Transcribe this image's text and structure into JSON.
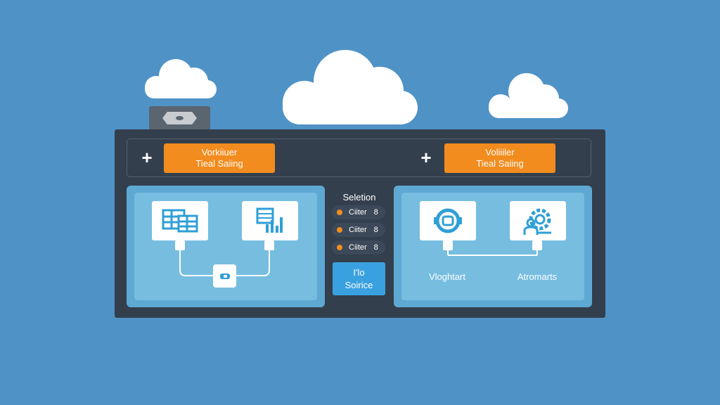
{
  "left_action": {
    "add_label": "+",
    "button_line1": "Vorkiiuer",
    "button_line2": "Tieal Saiing"
  },
  "right_action": {
    "add_label": "+",
    "button_line1": "Voliiiler",
    "button_line2": "Tieal Saiing"
  },
  "selection": {
    "title": "Seletion",
    "options": [
      {
        "label": "Ciiter",
        "value": "8"
      },
      {
        "label": "Ciiter",
        "value": "8"
      },
      {
        "label": "Ciiter",
        "value": "8"
      }
    ],
    "button_line1": "I'lo",
    "button_line2": "Soirice"
  },
  "right_panel": {
    "caption_left": "Vloghtart",
    "caption_right": "Atromarts"
  },
  "colors": {
    "background": "#4f92c6",
    "panel": "#333f4d",
    "accent_orange": "#f28c1e",
    "accent_blue": "#3aa1e0",
    "icon_blue": "#2f9fd6"
  },
  "icons": [
    "cloud-icon",
    "table-icon",
    "bar-chart-icon",
    "connector-icon",
    "lens-icon",
    "person-gear-icon"
  ]
}
